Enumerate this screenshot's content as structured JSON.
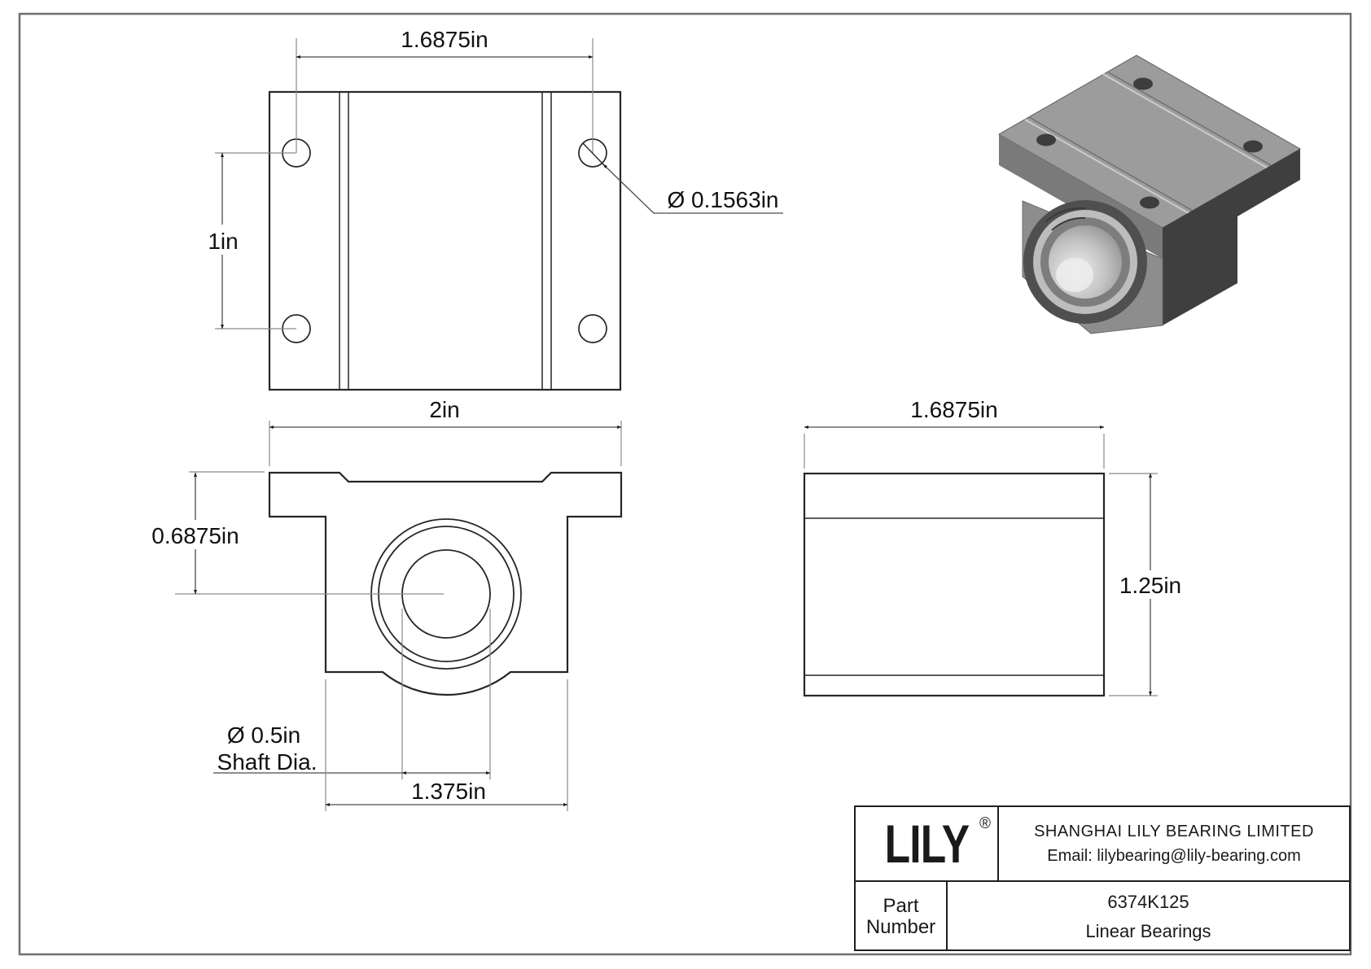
{
  "views": {
    "top": {
      "dim_bolt_spacing_h": "1.6875in",
      "dim_bolt_spacing_v": "1in",
      "dim_bolt_hole_dia": "Ø 0.1563in"
    },
    "front": {
      "dim_overall_width": "2in",
      "dim_center_height": "0.6875in",
      "dim_shaft_dia_line1": "Ø 0.5in",
      "dim_shaft_dia_line2": "Shaft Dia.",
      "dim_base_width": "1.375in"
    },
    "side": {
      "dim_width": "1.6875in",
      "dim_height": "1.25in"
    }
  },
  "title_block": {
    "logo": "LILY",
    "registered_mark": "®",
    "company_name": "SHANGHAI LILY BEARING LIMITED",
    "email": "Email: lilybearing@lily-bearing.com",
    "part_label_line1": "Part",
    "part_label_line2": "Number",
    "part_number": "6374K125",
    "category": "Linear Bearings"
  },
  "colors": {
    "outline": "#262626",
    "dimension": "#4a4a4a",
    "auxiliary": "#8a8a8a",
    "frame_border": "#6f6f6f",
    "solid_light": "#9c9c9c",
    "solid_medium": "#8d8d8d",
    "solid_dark": "#3f3f3f"
  }
}
